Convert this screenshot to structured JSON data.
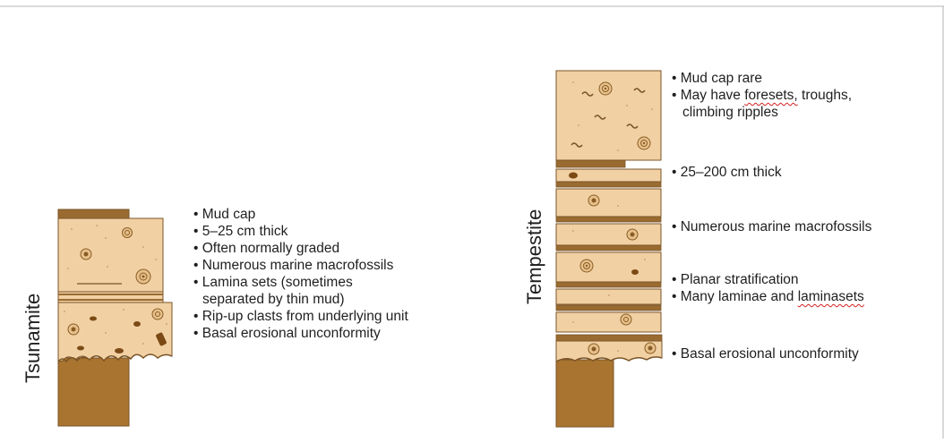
{
  "tsunamite": {
    "title": "Tsunamite",
    "bullets": [
      "Mud cap",
      "5–25 cm thick",
      "Often normally graded",
      "Numerous marine macrofossils",
      "Lamina sets (sometimes",
      "separated by thin mud)",
      "Rip-up clasts from underlying unit",
      "Basal erosional unconformity"
    ]
  },
  "tempestite": {
    "title": "Tempestite",
    "bullets": [
      "Mud cap rare",
      "May have foresets, troughs,",
      "climbing ripples",
      "25–200 cm thick",
      "Numerous marine macrofossils",
      "Planar stratification",
      "Many laminae and laminasets",
      "Basal erosional unconformity"
    ],
    "flagged_words": [
      "foresets,",
      "laminasets"
    ]
  },
  "colors": {
    "sand": "#f1d1a4",
    "mud": "#9a6b31",
    "bedrock": "#a8742f",
    "outline": "#7a5428",
    "fossil": "#b88848",
    "clast": "#7b4a14",
    "spellcheck": "#d62020"
  }
}
